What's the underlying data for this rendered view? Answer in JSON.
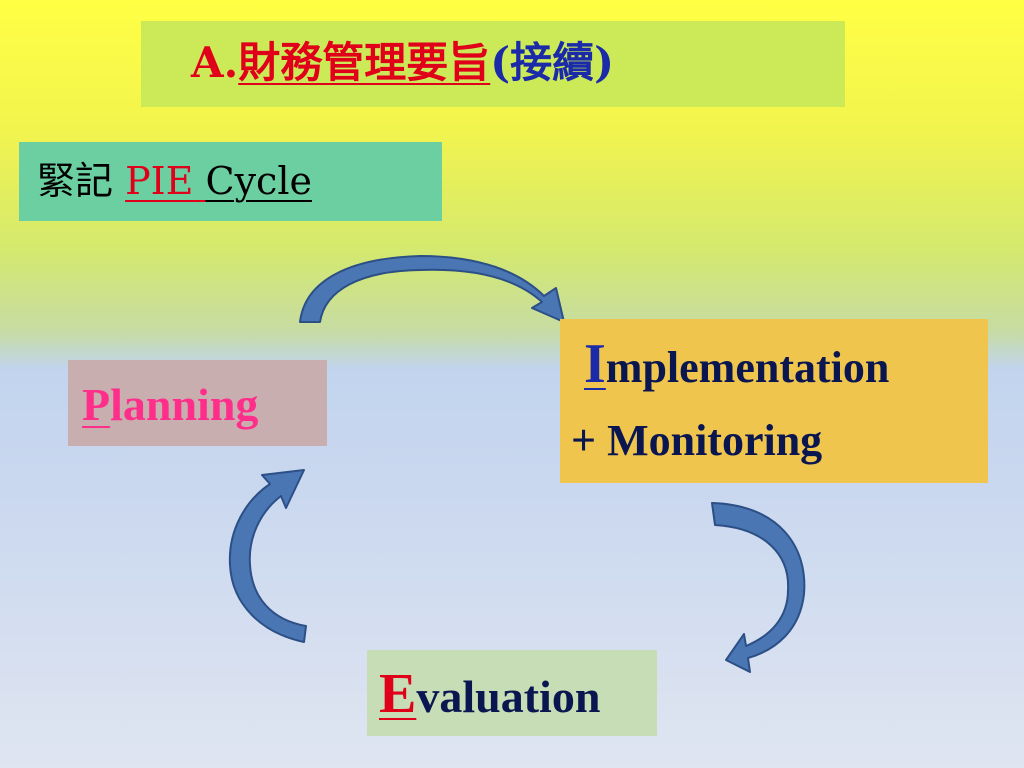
{
  "title": {
    "prefix": "A.",
    "main": "財務管理要旨",
    "suffix": "(接續)"
  },
  "subtitle": {
    "lead": "緊記 ",
    "highlight": "PIE ",
    "tail": "Cycle"
  },
  "nodes": {
    "planning": {
      "initial": "P",
      "rest": "lanning"
    },
    "implementation": {
      "initial": "I",
      "rest": "mplementation",
      "line2": "+ Monitoring"
    },
    "evaluation": {
      "initial": "E",
      "rest": "valuation"
    }
  },
  "colors": {
    "arrow_fill": "#4a76b4",
    "arrow_stroke": "#2c4f86",
    "title_box": "#ccea58",
    "subtitle_box": "#6ccfa2",
    "planning_box": "#c9aeb0",
    "implementation_box": "#efc54e",
    "evaluation_box": "#c7ddb6"
  }
}
